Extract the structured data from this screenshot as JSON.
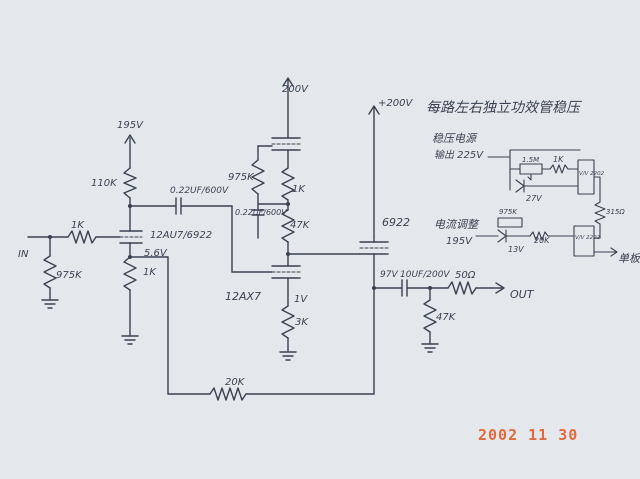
{
  "colors": {
    "paper": "#e4e8ed",
    "ink": "#3a4150",
    "date_stamp": "#e06a3c"
  },
  "supplies": {
    "b1": "195V",
    "b2": "200V",
    "b3": "+200V"
  },
  "stage1": {
    "input": "IN",
    "grid_stopper": "1K",
    "grid_leak": "975K",
    "tube": "12AU7/6922",
    "plate_load": "110K",
    "cathode_voltage": "5.6V",
    "cathode_resistor": "1K",
    "coupling_cap": "0.22UF/600V"
  },
  "stage2": {
    "upper_grid_leak": "975K",
    "upper_cap": "0.22UF/600V",
    "upper_cathode_resistor": "1K",
    "divider_resistor": "47K",
    "tube": "12AX7",
    "cathode_voltage": "1V",
    "cathode_resistor": "3K"
  },
  "stage3": {
    "tube": "6922",
    "cathode_voltage": "97V",
    "output_cap": "10UF/200V",
    "output_series": "50Ω",
    "output_shunt": "47K",
    "output": "OUT"
  },
  "feedback": {
    "resistor": "20K"
  },
  "regulator": {
    "title": "每路左右独立功效管稳压",
    "upper_label_1": "稳压电源",
    "upper_label_2": "输出 225V",
    "upper_pot": "1.5M",
    "upper_resistor": "1K",
    "upper_zener": "27V",
    "upper_ic": "V/V 2202",
    "link_resistor": "315Ω",
    "lower_label_1": "电流调整",
    "lower_label_2": "195V",
    "lower_pot": "975K",
    "lower_resistor": "20K",
    "lower_zener": "13V",
    "lower_ic": "V/V 2202",
    "lower_output": "单板"
  },
  "date_stamp": "2002 11 30"
}
